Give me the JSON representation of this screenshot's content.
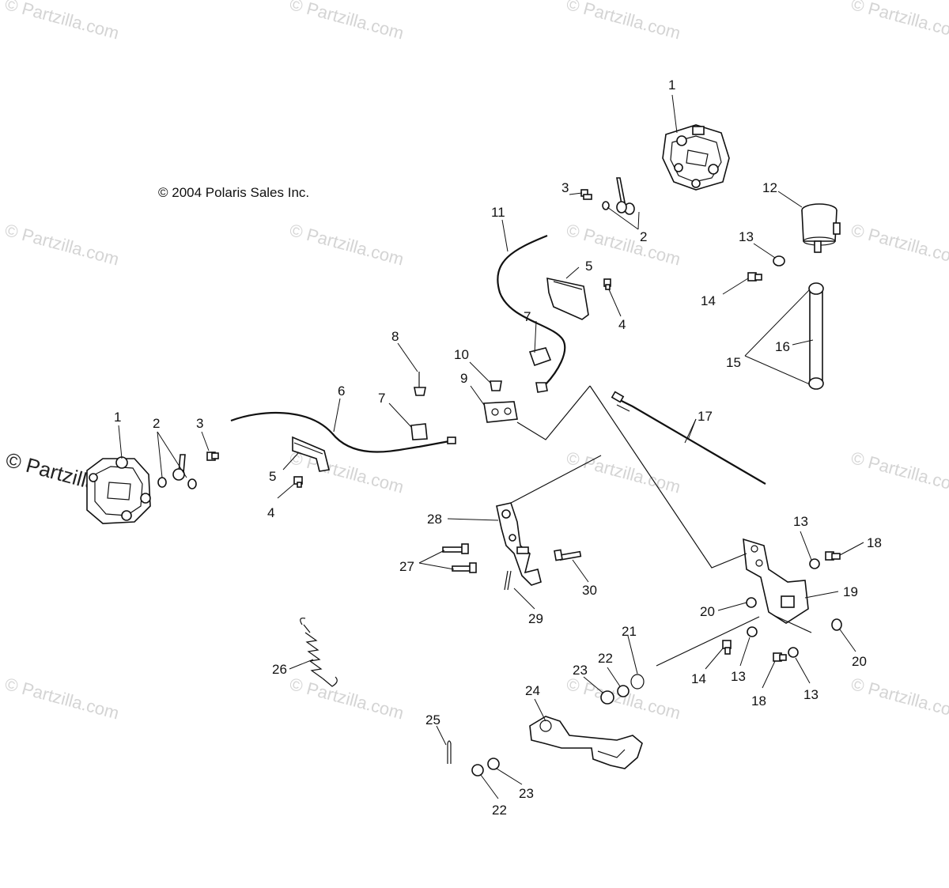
{
  "diagram": {
    "copyright": "© 2004 Polaris Sales Inc.",
    "watermark": "© Partzilla.com",
    "callouts": {
      "c1a": "1",
      "c1b": "1",
      "c2a": "2",
      "c2b": "2",
      "c3a": "3",
      "c3b": "3",
      "c4a": "4",
      "c4b": "4",
      "c5a": "5",
      "c5b": "5",
      "c6": "6",
      "c7a": "7",
      "c7b": "7",
      "c8": "8",
      "c9": "9",
      "c10": "10",
      "c11": "11",
      "c12": "12",
      "c13a": "13",
      "c13b": "13",
      "c13c": "13",
      "c13d": "13",
      "c14a": "14",
      "c14b": "14",
      "c15": "15",
      "c16": "16",
      "c17": "17",
      "c18a": "18",
      "c18b": "18",
      "c19": "19",
      "c20a": "20",
      "c20b": "20",
      "c21": "21",
      "c22a": "22",
      "c22b": "22",
      "c23a": "23",
      "c23b": "23",
      "c24": "24",
      "c25": "25",
      "c26": "26",
      "c27": "27",
      "c28": "28",
      "c29": "29",
      "c30": "30"
    }
  }
}
